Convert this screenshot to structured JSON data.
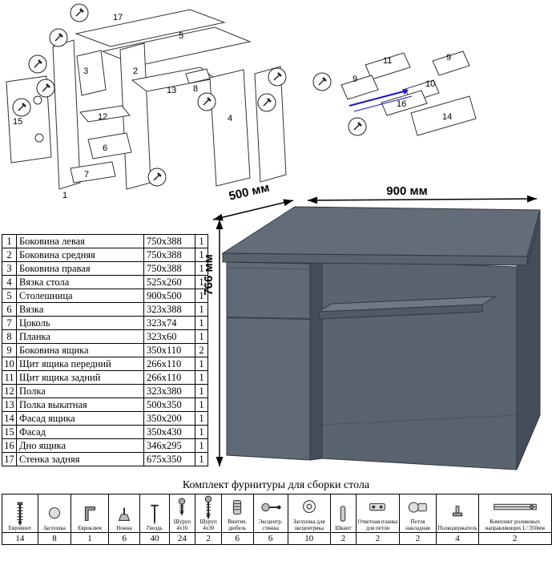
{
  "parts_table": {
    "rows": [
      {
        "num": "1",
        "name": "Боковина левая",
        "size": "750x388",
        "qty": "1"
      },
      {
        "num": "2",
        "name": "Боковина средняя",
        "size": "750x388",
        "qty": "1"
      },
      {
        "num": "3",
        "name": "Боковина правая",
        "size": "750x388",
        "qty": "1"
      },
      {
        "num": "4",
        "name": "Вязка стола",
        "size": "525x260",
        "qty": "1"
      },
      {
        "num": "5",
        "name": "Столешница",
        "size": "900x500",
        "qty": "1"
      },
      {
        "num": "6",
        "name": "Вязка",
        "size": "323x388",
        "qty": "1"
      },
      {
        "num": "7",
        "name": "Цоколь",
        "size": "323x74",
        "qty": "1"
      },
      {
        "num": "8",
        "name": "Планка",
        "size": "323x60",
        "qty": "1"
      },
      {
        "num": "9",
        "name": "Боковина ящика",
        "size": "350x110",
        "qty": "2"
      },
      {
        "num": "10",
        "name": "Щит ящика передний",
        "size": "266x110",
        "qty": "1"
      },
      {
        "num": "11",
        "name": "Щит ящика задний",
        "size": "266x110",
        "qty": "1"
      },
      {
        "num": "12",
        "name": "Полка",
        "size": "323x380",
        "qty": "1"
      },
      {
        "num": "13",
        "name": "Полка выкатная",
        "size": "500x350",
        "qty": "1"
      },
      {
        "num": "14",
        "name": "Фасад ящика",
        "size": "350x200",
        "qty": "1"
      },
      {
        "num": "15",
        "name": "Фасад",
        "size": "350x430",
        "qty": "1"
      },
      {
        "num": "16",
        "name": "Дно ящика",
        "size": "346x295",
        "qty": "1"
      },
      {
        "num": "17",
        "name": "Стенка задняя",
        "size": "675x350",
        "qty": "1"
      }
    ]
  },
  "desk": {
    "width": "900 мм",
    "depth": "500 мм",
    "height": "766 мм"
  },
  "diagram_left": {
    "labels": [
      "17",
      "5",
      "3",
      "2",
      "1",
      "15",
      "12",
      "13",
      "6",
      "7",
      "4",
      "8"
    ]
  },
  "diagram_right": {
    "labels": [
      "11",
      "9",
      "10",
      "9",
      "16",
      "14"
    ]
  },
  "hardware": {
    "title": "Комплект фурнитуры для сборки стола",
    "items": [
      {
        "label": "Евровинт",
        "qty": "14",
        "icon": "confirmat-screw-icon"
      },
      {
        "label": "Заглушка",
        "qty": "8",
        "icon": "plug-icon"
      },
      {
        "label": "Евроключ",
        "qty": "1",
        "icon": "hex-key-icon"
      },
      {
        "label": "Ножка",
        "qty": "6",
        "icon": "leg-icon"
      },
      {
        "label": "Гвоздь",
        "qty": "40",
        "icon": "nail-icon"
      },
      {
        "label": "Шуруп 4x16",
        "qty": "24",
        "icon": "screw-small-icon"
      },
      {
        "label": "Шуруп 4x30",
        "qty": "2",
        "icon": "screw-large-icon"
      },
      {
        "label": "Винтич. дюбель",
        "qty": "6",
        "icon": "threaded-dowel-icon"
      },
      {
        "label": "Эксцентр. стяжка",
        "qty": "6",
        "icon": "cam-bolt-icon"
      },
      {
        "label": "Заглушка для эксцентрика",
        "qty": "10",
        "icon": "cam-cover-icon"
      },
      {
        "label": "Шкант",
        "qty": "2",
        "icon": "wood-dowel-icon"
      },
      {
        "label": "Ответная планка для петли",
        "qty": "2",
        "icon": "hinge-plate-icon"
      },
      {
        "label": "Петля накладная",
        "qty": "2",
        "icon": "hinge-icon"
      },
      {
        "label": "Полкодержатель",
        "qty": "4",
        "icon": "shelf-pin-icon"
      },
      {
        "label": "Комплект роликовых направляющих L=350мм",
        "qty": "2",
        "icon": "roller-guides-icon"
      }
    ]
  },
  "colors": {
    "desk_top": "#626d79",
    "desk_front": "#5f6a76",
    "desk_side": "#454e58",
    "guide_blue": "#1515cc"
  }
}
